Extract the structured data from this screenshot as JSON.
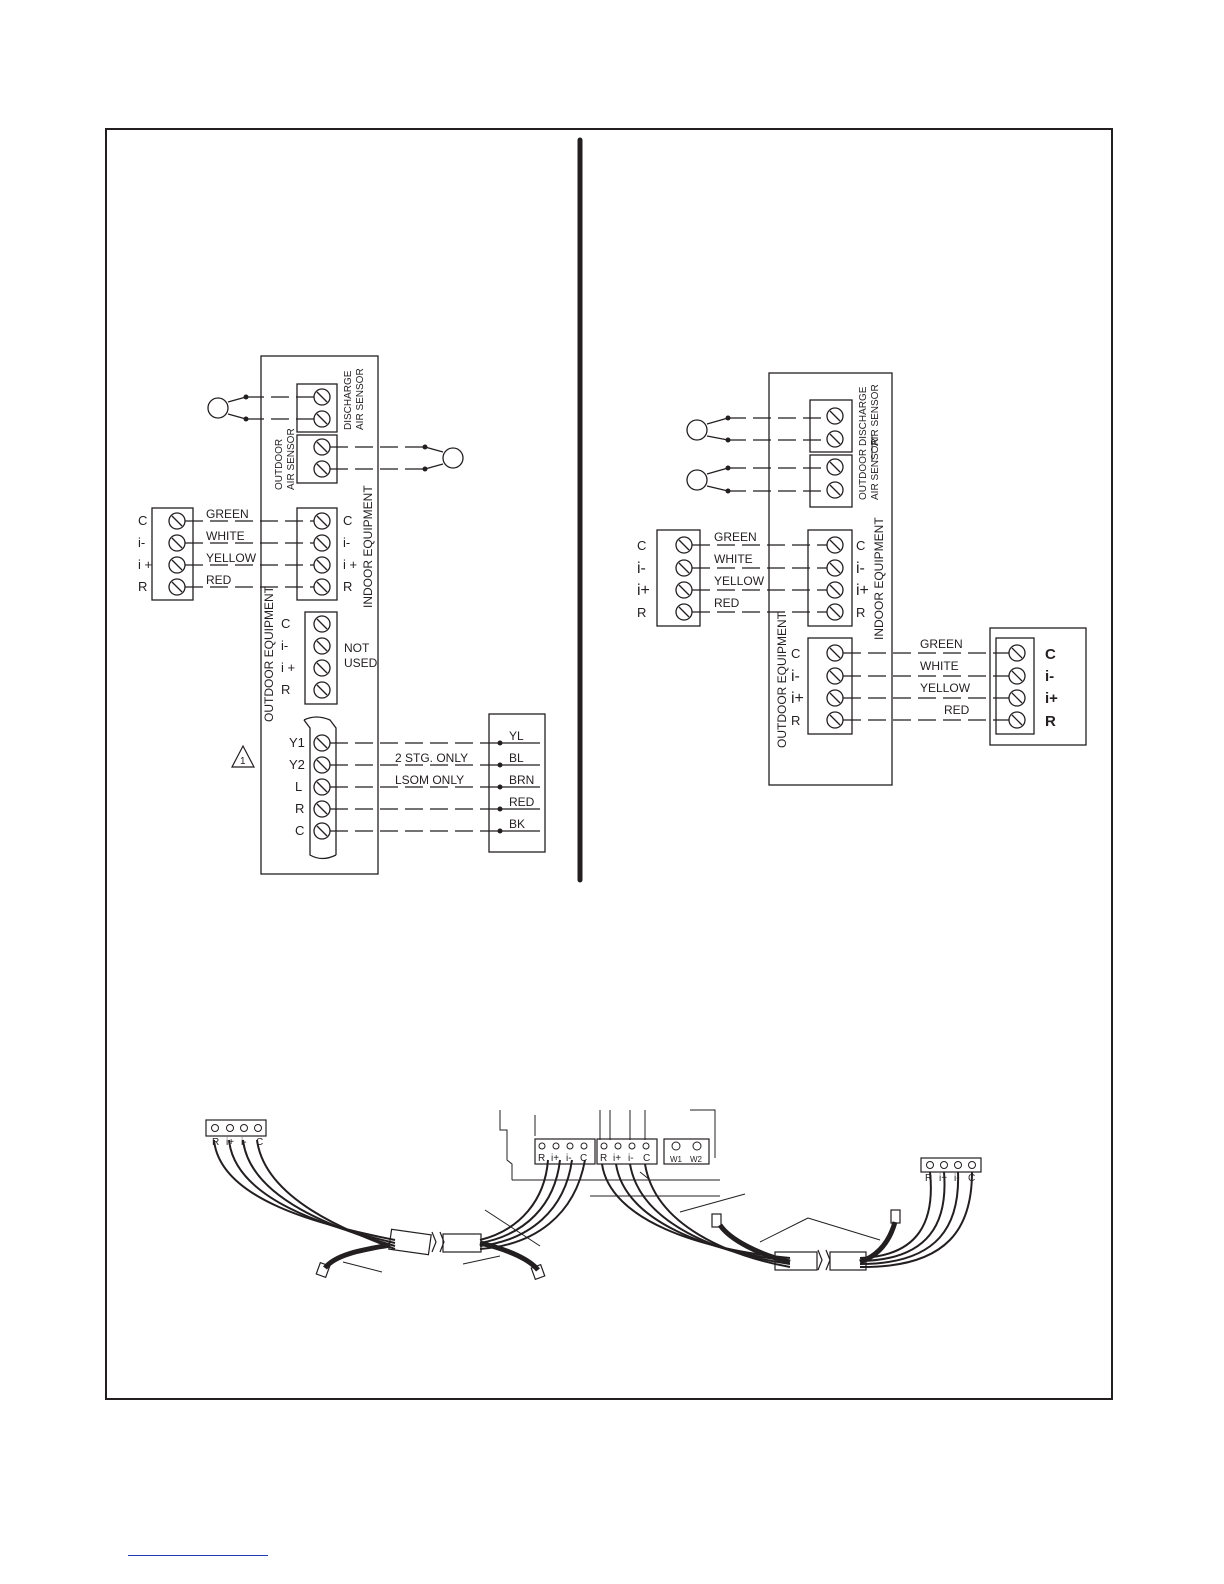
{
  "left_diagram": {
    "discharge_sensor_label": [
      "DISCHARGE",
      "AIR SENSOR"
    ],
    "outdoor_sensor_label": [
      "OUTDOOR",
      "AIR SENSOR"
    ],
    "indoor_equipment_label": "INDOOR EQUIPMENT",
    "outdoor_equipment_label": "OUTDOOR EQUIPMENT",
    "terminal_labels": [
      "C",
      "i-",
      "i +",
      "R"
    ],
    "wire_colors": [
      "GREEN",
      "WHITE",
      "YELLOW",
      "RED"
    ],
    "not_used_label": [
      "NOT",
      "USED"
    ],
    "thermostat_terminals": [
      "Y1",
      "Y2",
      "L",
      "R",
      "C"
    ],
    "warning_number": "1",
    "note_2stg": "2 STG. ONLY",
    "note_lsom": "LSOM ONLY",
    "outdoor_wire_colors": [
      "YL",
      "BL",
      "BRN",
      "RED",
      "BK"
    ]
  },
  "right_diagram": {
    "discharge_sensor_label": [
      "DISCHARGE",
      "AIR SENSOR"
    ],
    "outdoor_sensor_label": [
      "OUTDOOR",
      "AIR SENSOR"
    ],
    "indoor_equipment_label": "INDOOR EQUIPMENT",
    "outdoor_equipment_label": "OUTDOOR EQUIPMENT",
    "terminal_labels": [
      "C",
      "i-",
      "i+",
      "R"
    ],
    "wire_colors_indoor": [
      "GREEN",
      "WHITE",
      "YELLOW",
      "RED"
    ],
    "wire_colors_outdoor": [
      "GREEN",
      "WHITE",
      "YELLOW",
      "RED"
    ],
    "outdoor_unit_terminals": [
      "C",
      "i-",
      "i+",
      "R"
    ]
  },
  "harness": {
    "left_connector_terminals": [
      "R",
      "i+",
      "i-",
      "C"
    ],
    "board_terminals_1": [
      "R",
      "i+",
      "i-",
      "C"
    ],
    "board_terminals_2": [
      "R",
      "i+",
      "i-",
      "C"
    ],
    "board_w_terminals": [
      "W1",
      "W2"
    ],
    "right_connector_terminals": [
      "R",
      "i+",
      "i-",
      "C"
    ]
  }
}
